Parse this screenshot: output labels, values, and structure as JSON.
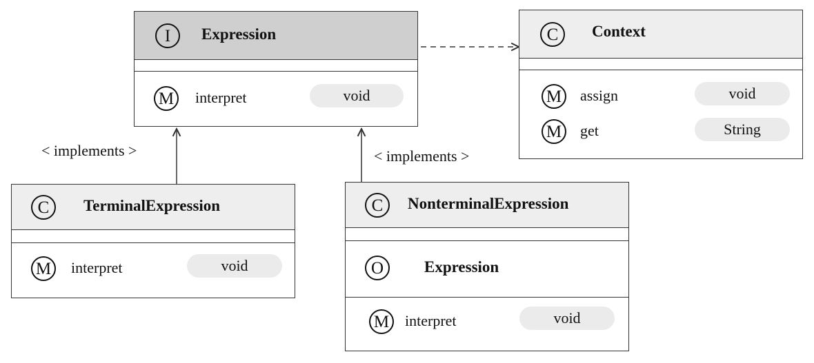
{
  "expression": {
    "kind_icon": "I",
    "name": "Expression",
    "methods": [
      {
        "icon": "M",
        "name": "interpret",
        "type": "void"
      }
    ]
  },
  "context": {
    "kind_icon": "C",
    "name": "Context",
    "methods": [
      {
        "icon": "M",
        "name": "assign",
        "type": "void"
      },
      {
        "icon": "M",
        "name": "get",
        "type": "String"
      }
    ]
  },
  "terminal": {
    "kind_icon": "C",
    "name": "TerminalExpression",
    "methods": [
      {
        "icon": "M",
        "name": "interpret",
        "type": "void"
      }
    ]
  },
  "nonterminal": {
    "kind_icon": "C",
    "name": "NonterminalExpression",
    "field": {
      "icon": "O",
      "name": "Expression"
    },
    "methods": [
      {
        "icon": "M",
        "name": "interpret",
        "type": "void"
      }
    ]
  },
  "relations": {
    "terminal_label": "< implements >",
    "nonterminal_label": "< implements >"
  }
}
